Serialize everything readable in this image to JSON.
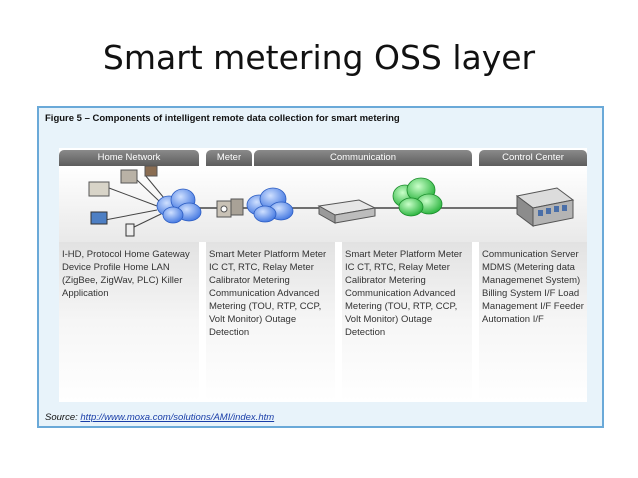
{
  "slide": {
    "title": "Smart metering OSS layer"
  },
  "figure": {
    "caption": "Figure 5 – Components of intelligent remote data collection for smart metering",
    "source_prefix": "Source: ",
    "source_link": "http://www.moxa.com/solutions/AMI/index.htm",
    "headers": {
      "home_network": "Home Network",
      "meter": "Meter",
      "communication": "Communication",
      "control_center": "Control Center"
    },
    "columns": {
      "home_network": "I-HD, Protocol Home Gateway Device Profile Home LAN (ZigBee, ZigWav, PLC) Killer Application",
      "meter": "Smart Meter Platform Meter IC CT, RTC, Relay Meter Calibrator Metering Communication Advanced Metering (TOU, RTP, CCP, Volt Monitor) Outage Detection",
      "communication": "Smart Meter Platform Meter IC CT, RTC, Relay Meter Calibrator Metering Communication Advanced Metering (TOU, RTP, CCP, Volt Monitor) Outage Detection",
      "control_center": "Communication Server MDMS (Metering data Managemenet System) Billing System I/F Load Management I/F Feeder Automation I/F"
    },
    "colors": {
      "border": "#6aa9d8",
      "cloud_blue": "#4f86e8",
      "cloud_green": "#36c24a",
      "header": "#6e6e6e"
    }
  }
}
